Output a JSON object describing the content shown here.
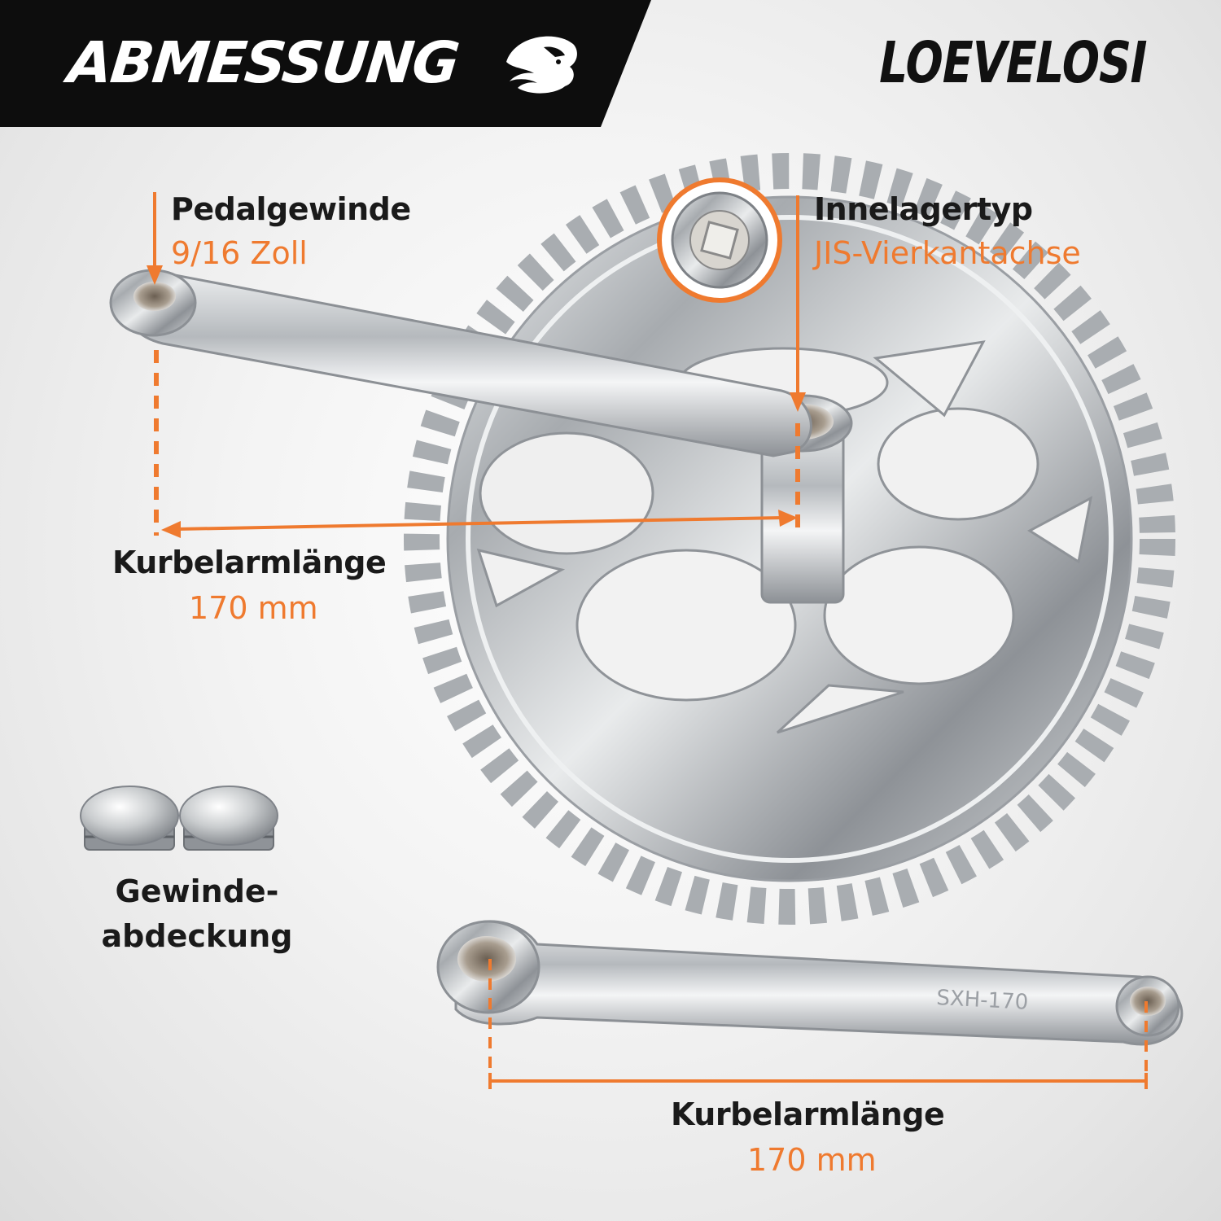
{
  "header": {
    "title": "ABMESSUNG",
    "brand": "LOEVELOSI"
  },
  "specs": {
    "pedal_thread": {
      "label": "Pedalgewinde",
      "value": "9/16 Zoll"
    },
    "bottom_bracket": {
      "label": "Innelagertyp",
      "value": "JIS-Vierkantachse"
    },
    "crank_length_top": {
      "label": "Kurbelarmlänge",
      "value": "170 mm"
    },
    "thread_cover": {
      "label_line1": "Gewinde-",
      "label_line2": "abdeckung"
    },
    "crank_length_bottom": {
      "label": "Kurbelarmlänge",
      "value": "170 mm"
    }
  },
  "crank_stamp": "SXH-170",
  "colors": {
    "accent": "#ef7a2f",
    "header_bg": "#0d0d0d",
    "text_dark": "#1a1a1a",
    "chrome": "#b8bcc0"
  },
  "icons": [
    "lion-logo-icon",
    "arrow-down-icon",
    "arrow-left-icon"
  ]
}
